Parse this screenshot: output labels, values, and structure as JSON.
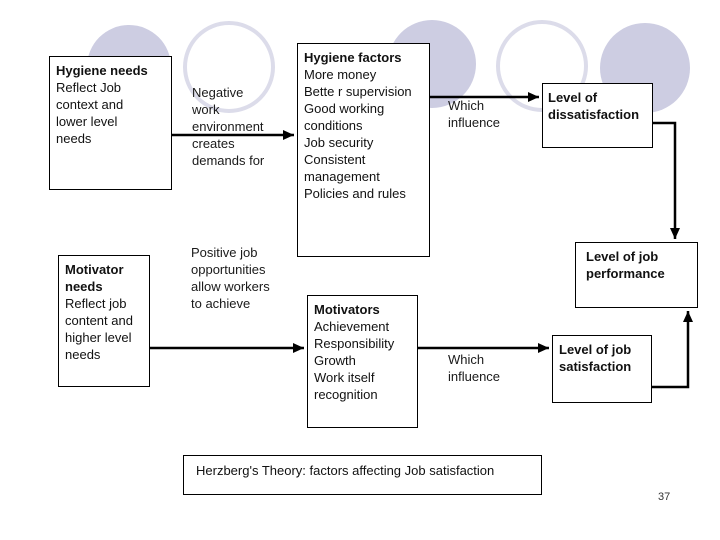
{
  "decor": {
    "circle_fill": "#cdcde2",
    "ring_stroke": "#dcdcea"
  },
  "boxes": {
    "hygiene_needs": {
      "title": "Hygiene needs",
      "body": "Reflect Job\ncontext and\nlower level\nneeds"
    },
    "hygiene_factors": {
      "title": "Hygiene factors",
      "body": "More money\nBette r supervision\nGood working\nconditions\nJob security\nConsistent\nmanagement\nPolicies and rules"
    },
    "level_of_dissatisfaction": {
      "title": "Level of\ndissatisfaction"
    },
    "level_of_job_performance": {
      "title": "Level of job\nperformance"
    },
    "level_of_job_satisfaction": {
      "title": "Level of job\nsatisfaction"
    },
    "motivator_needs": {
      "title": "Motivator\nneeds",
      "body": "Reflect job\ncontent and\nhigher level\nneeds"
    },
    "motivators": {
      "title": "Motivators",
      "body": "Achievement\nResponsibility\nGrowth\nWork itself\nrecognition"
    }
  },
  "labels": {
    "negative_environment": "Negative\nwork\nenvironment\ncreates\ndemands for",
    "positive_job": "Positive job\nopportunities\nallow workers\nto achieve",
    "which_influence_top": "Which\ninfluence",
    "which_influence_bottom": "Which\ninfluence"
  },
  "caption": "Herzberg's Theory: factors affecting Job satisfaction",
  "page_number": "37"
}
